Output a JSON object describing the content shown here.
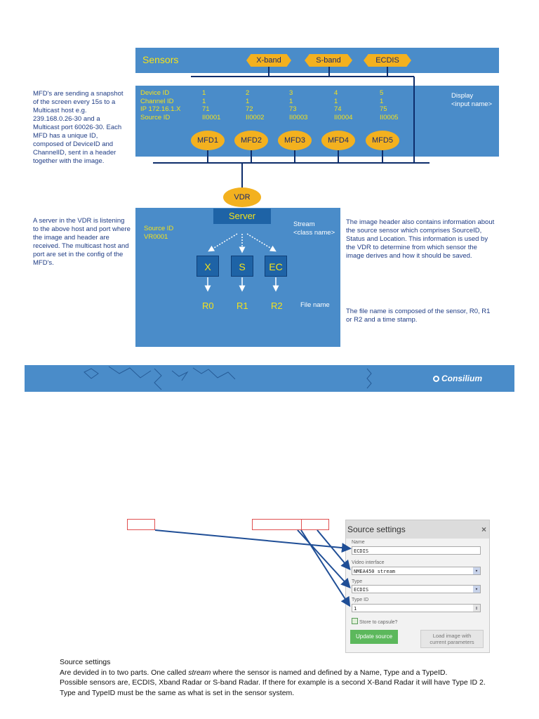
{
  "sensors": {
    "title": "Sensors",
    "chips": [
      "X-band",
      "S-band",
      "ECDIS"
    ]
  },
  "mfd": {
    "row_labels": [
      "Device ID",
      "Channel ID",
      "IP 172.16.1.X",
      "Source ID"
    ],
    "columns": [
      {
        "device": "1",
        "channel": "1",
        "ip": "71",
        "source": "II0001",
        "name": "MFD1"
      },
      {
        "device": "2",
        "channel": "1",
        "ip": "72",
        "source": "II0002",
        "name": "MFD2"
      },
      {
        "device": "3",
        "channel": "1",
        "ip": "73",
        "source": "II0003",
        "name": "MFD3"
      },
      {
        "device": "4",
        "channel": "1",
        "ip": "74",
        "source": "II0004",
        "name": "MFD4"
      },
      {
        "device": "5",
        "channel": "1",
        "ip": "75",
        "source": "II0005",
        "name": "MFD5"
      }
    ],
    "display_label": "Display",
    "display_sub": "<input name>"
  },
  "notes": {
    "mfd": "MFD's are sending a snapshot of the screen every 15s to a Multicast host e.g. 239.168.0.26-30 and a Multicast port 60026-30. Each MFD has a unique ID, composed of DeviceID and ChannelID, sent in a header together with the image.",
    "server": "A server in the VDR is listening to the above host and port where the image and header are received. The multicast host and port are set in the config of the MFD's.",
    "header": "The image header also contains information about the source sensor which comprises SourceID, Status and Location. This information is used by the VDR to determine from which sensor the image derives and how it should be saved.",
    "filename": "The file name is composed of the sensor, R0, R1 or R2 and a time stamp."
  },
  "vdr": {
    "label": "VDR",
    "server": "Server",
    "source_label": "Source ID",
    "source_value": "VR0001",
    "stream_label": "Stream",
    "stream_sub": "<class name>",
    "boxes": [
      "X",
      "S",
      "EC"
    ],
    "results": [
      "R0",
      "R1",
      "R2"
    ],
    "file_label": "File name"
  },
  "brand": {
    "name": "Consilium"
  },
  "dialog": {
    "title": "Source settings",
    "close": "×",
    "name_label": "Name",
    "name_value": "ECDIS",
    "video_label": "Video interface",
    "video_value": "NMEA450 stream",
    "type_label": "Type",
    "type_value": "ECDIS",
    "typeid_label": "Type ID",
    "typeid_value": "1",
    "store_label": "Store to capsule?",
    "update_btn": "Update source",
    "load_btn_1": "Load image with",
    "load_btn_2": "current parameters"
  },
  "bottom": {
    "heading": "Source settings",
    "p1_a": "Are devided in to two parts. One called ",
    "p1_em": "stream",
    "p1_b": " where the sensor is named and defined by a Name, Type and a TypeID.",
    "p2": "Possible sensors are, ECDIS, Xband Radar or S-band Radar. If there for example is a second X-Band Radar it will have Type ID 2.",
    "p3": "Type and TypeID must be the same as what is set in the sensor system."
  },
  "colors": {
    "panel": "#4a8cc9",
    "accent_yellow": "#f5e21a",
    "oval": "#f3b11f",
    "line": "#0d2d6b",
    "note_text": "#1f3c84"
  }
}
